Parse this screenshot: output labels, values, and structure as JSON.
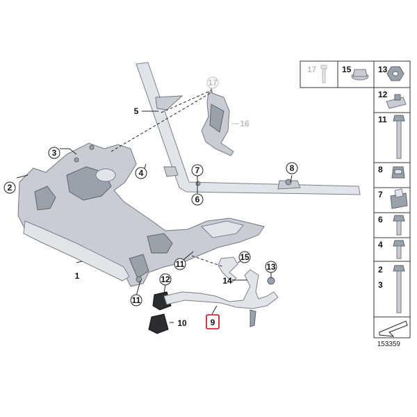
{
  "callouts": {
    "c1": "1",
    "c2": "2",
    "c3": "3",
    "c4": "4",
    "c5": "5",
    "c6": "6",
    "c7": "7",
    "c8": "8",
    "c9": "9",
    "c10": "10",
    "c11a": "11",
    "c11b": "11",
    "c12": "12",
    "c13": "13",
    "c14": "14",
    "c15": "15",
    "c16": "16",
    "c17": "17"
  },
  "parts_table": {
    "top_row": [
      "17",
      "15",
      "13"
    ],
    "side": {
      "r12": "12",
      "r11": "11",
      "r8": "8",
      "r7": "7",
      "r6": "6",
      "r4": "4",
      "r2": "2",
      "r3": "3"
    }
  },
  "diagram_number": "153359",
  "colors": {
    "highlight": "#d0021b",
    "muted_label": "#bdbdbd",
    "metal": "#c9cdd3",
    "rubber": "#2b2d30"
  },
  "icons": [
    "arrow-icon"
  ]
}
